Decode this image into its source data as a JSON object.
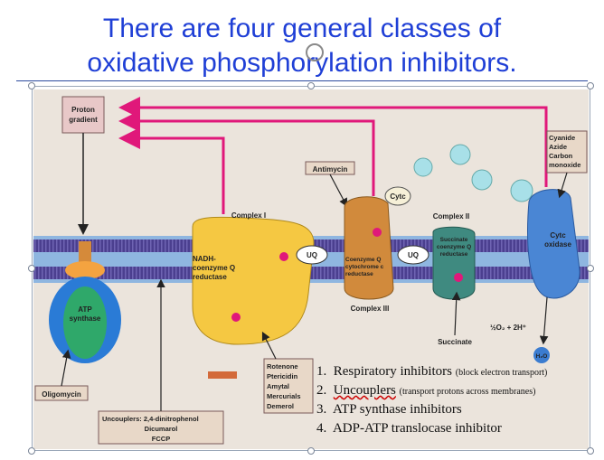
{
  "slide": {
    "title_line1": "There are four general classes of",
    "title_line2": "oxidative phosphorylation inhibitors."
  },
  "diagram": {
    "proton_gradient": "Proton gradient",
    "proton_gradient_l1": "Proton",
    "proton_gradient_l2": "gradient",
    "antimycin": "Antimycin",
    "cytc_top": "Cytc",
    "complex_i": "Complex I",
    "complex_ii": "Complex II",
    "complex_iii": "Complex III",
    "nadh_l1": "NADH-",
    "nadh_l2": "coenzyme Q",
    "nadh_l3": "reductase",
    "uq1": "UQ",
    "uq2": "UQ",
    "coq_cyt_l1": "Coenzyme Q",
    "coq_cyt_l2": "cytochrome c",
    "coq_cyt_l3": "reductase",
    "succ_l1": "Succinate",
    "succ_l2": "coenzyme Q",
    "succ_l3": "reductase",
    "cytc_ox_l1": "Cytc",
    "cytc_ox_l2": "oxidase",
    "cyanide_l1": "Cyanide",
    "cyanide_l2": "Azide",
    "cyanide_l3": "Carbon",
    "cyanide_l4": "monoxide",
    "atp_l1": "ATP",
    "atp_l2": "synthase",
    "oligomycin": "Oligomycin",
    "rotenone_l1": "Rotenone",
    "rotenone_l2": "Ptericidin",
    "rotenone_l3": "Amytal",
    "rotenone_l4": "Mercurials",
    "rotenone_l5": "Demerol",
    "uncouplers_l1": "Uncouplers: 2,4-dinitrophenol",
    "uncouplers_l2": "Dicumarol",
    "uncouplers_l3": "FCCP",
    "succinate": "Succinate",
    "o2": "½O₂ + 2H⁺",
    "h2o": "H₂O"
  },
  "inhibitor_list": {
    "items": [
      {
        "num": "1.",
        "name": "Respiratory inhibitors",
        "note": "(block electron transport)"
      },
      {
        "num": "2.",
        "name": "Uncouplers",
        "note": "(transport protons across membranes)"
      },
      {
        "num": "3.",
        "name": "ATP synthase inhibitors",
        "note": ""
      },
      {
        "num": "4.",
        "name": "ADP-ATP translocase inhibitor",
        "note": ""
      }
    ]
  },
  "colors": {
    "title": "#1f3fd6",
    "proton_arrow": "#e0187a",
    "complex_yellow": "#f5c842",
    "complex_tan": "#d18a3c",
    "complex_teal": "#3f8a80",
    "cyt_oxidase_blue": "#4a86d4",
    "membrane_purple": "#5a4a9e"
  }
}
